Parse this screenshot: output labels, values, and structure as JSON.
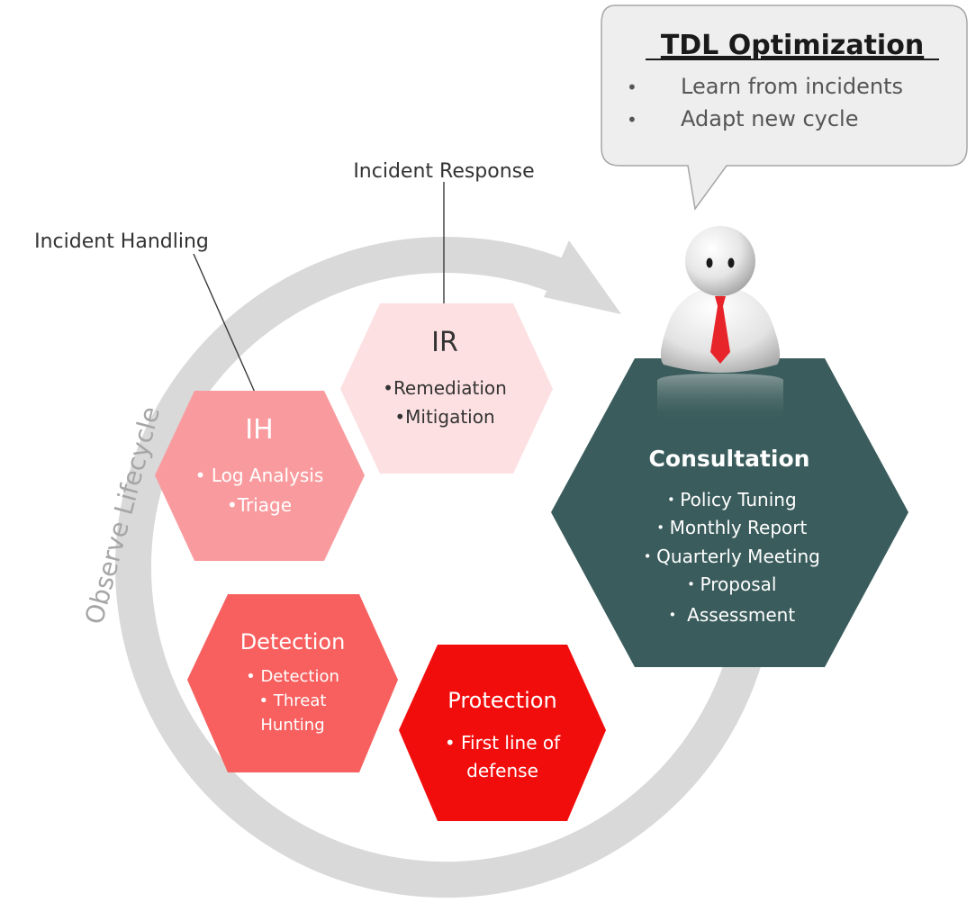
{
  "callout": {
    "title": "TDL Optimization",
    "items": [
      "Learn from incidents",
      "Adapt new cycle"
    ],
    "bullet": "•"
  },
  "labels": {
    "incident_response": "Incident Response",
    "incident_handling": "Incident Handling",
    "lifecycle": "Observe Lifecycle"
  },
  "hexagons": {
    "ir": {
      "title": "IR",
      "lines": [
        "•Remediation",
        "•Mitigation"
      ],
      "color": "#fde0e2"
    },
    "ih": {
      "title": "IH",
      "lines": [
        "• Log Analysis",
        "•Triage"
      ],
      "color": "#f99b9e"
    },
    "detection": {
      "title": "Detection",
      "lines": [
        "• Detection",
        "• Threat",
        "Hunting"
      ],
      "color": "#f7605f"
    },
    "protection": {
      "title": "Protection",
      "lines": [
        "• First line of",
        "defense"
      ],
      "color": "#f20d0d"
    },
    "consultation": {
      "title": "Consultation",
      "lines": [
        "・Policy Tuning",
        "・Monthly Report",
        "・Quarterly Meeting",
        "・Proposal",
        "・ Assessment"
      ],
      "color": "#3b5c5c"
    }
  },
  "colors": {
    "arrow": "#d9d9d9",
    "callout_fill": "#eeeeee",
    "callout_stroke": "#a6a6a6",
    "tie": "#e8242b",
    "text_dark": "#333333",
    "text_light": "#ffffff"
  }
}
